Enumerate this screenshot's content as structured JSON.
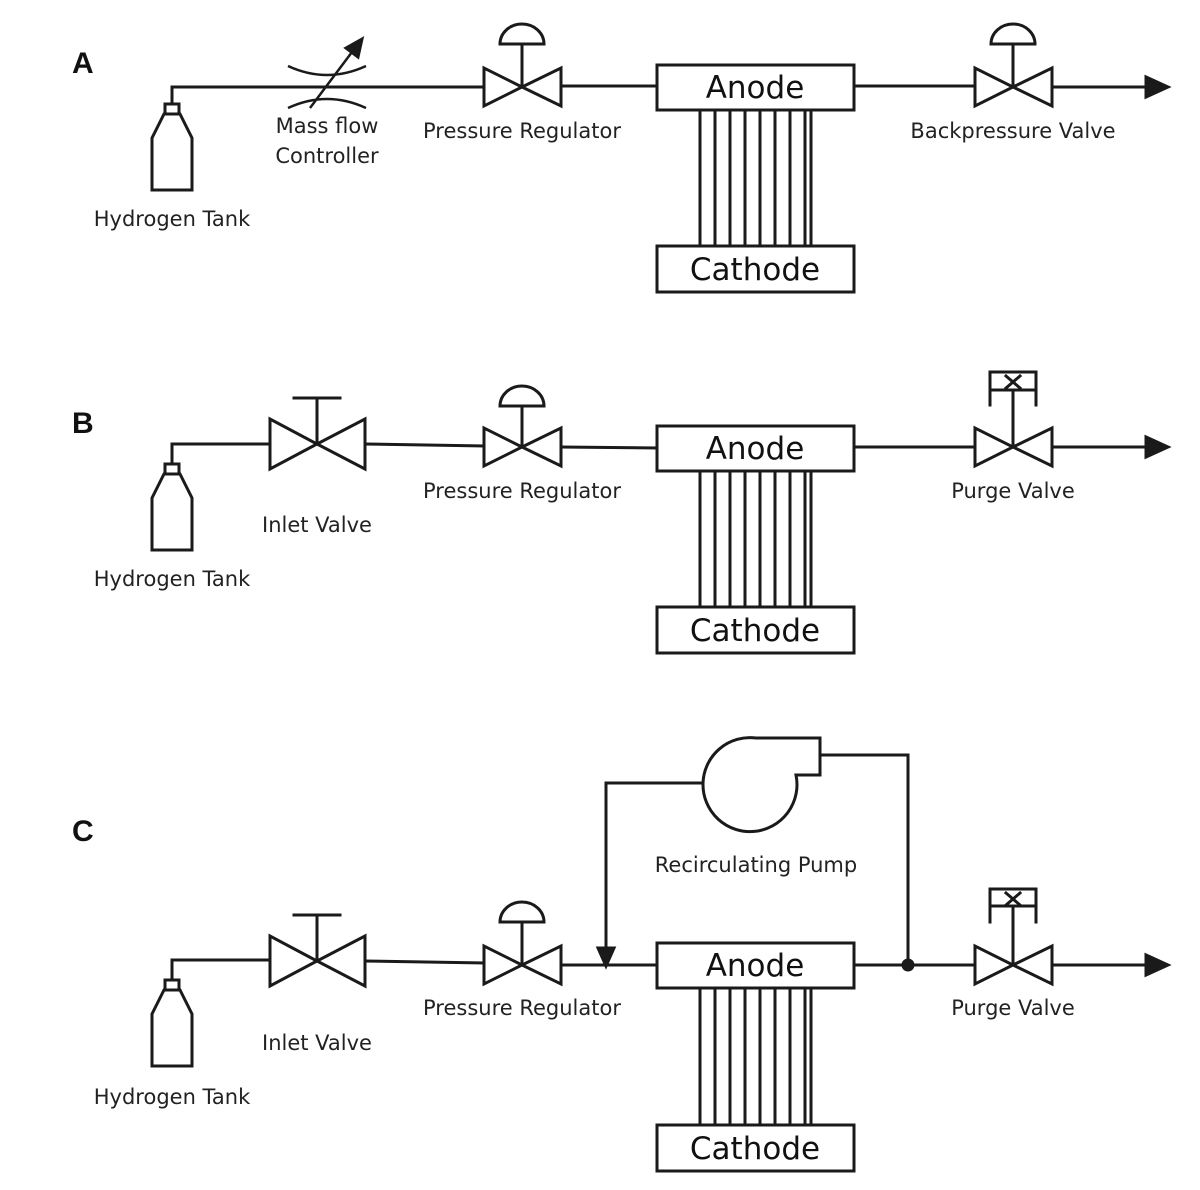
{
  "panels": [
    {
      "id": "A",
      "letter": "A",
      "labels": {
        "tank": "Hydrogen Tank",
        "mfc_line1": "Mass flow",
        "mfc_line2": "Controller",
        "regulator": "Pressure Regulator",
        "anode": "Anode",
        "cathode": "Cathode",
        "outlet_valve": "Backpressure Valve"
      }
    },
    {
      "id": "B",
      "letter": "B",
      "labels": {
        "tank": "Hydrogen Tank",
        "inlet_valve": "Inlet Valve",
        "regulator": "Pressure Regulator",
        "anode": "Anode",
        "cathode": "Cathode",
        "outlet_valve": "Purge Valve"
      }
    },
    {
      "id": "C",
      "letter": "C",
      "labels": {
        "tank": "Hydrogen Tank",
        "inlet_valve": "Inlet Valve",
        "regulator": "Pressure Regulator",
        "anode": "Anode",
        "cathode": "Cathode",
        "outlet_valve": "Purge Valve",
        "pump": "Recirculating Pump"
      }
    }
  ]
}
